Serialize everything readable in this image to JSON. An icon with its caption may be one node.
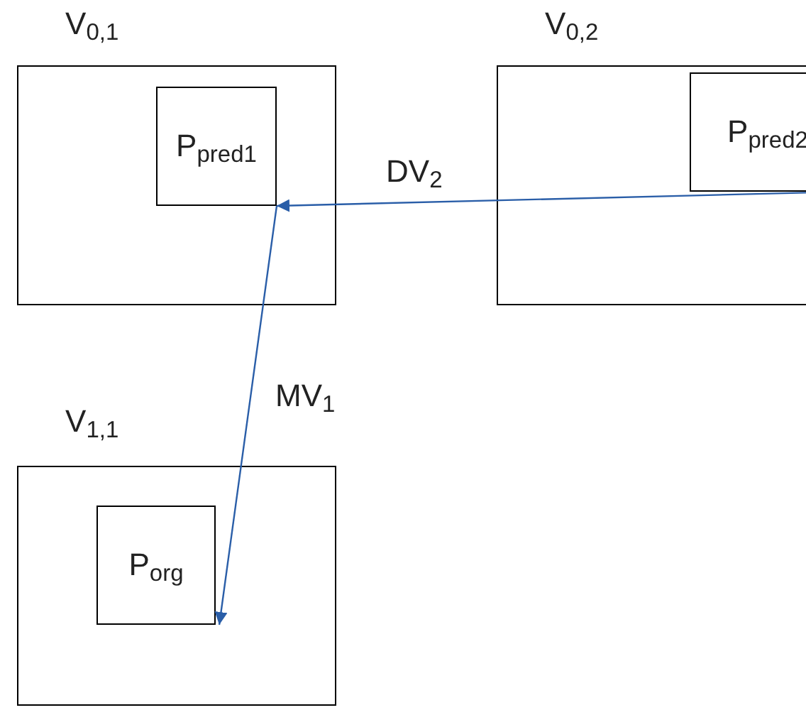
{
  "diagram": {
    "nodes": [
      {
        "text": [
          "V$_{0,1}$"
        ]
      },
      {
        "text": [
          "P$_{pred1}$"
        ],
        "in": 0
      },
      {
        "text": [
          "V$_{0,2}$"
        ]
      },
      {
        "text": [
          "P$_{pred2}$"
        ],
        "in": 2
      },
      {
        "text": [
          "V$_{1,1}$"
        ]
      },
      {
        "text": [
          "P$_{org}$"
        ],
        "in": 4
      }
    ],
    "edges": [
      {
        "from": 3,
        "to": 1,
        "arrow": "to",
        "label": "DV$_{2}$",
        "color": "#2a5ea8"
      },
      {
        "from": 1,
        "to": 5,
        "arrow": "to",
        "label": "MV$_{1}$",
        "color": "#2a5ea8"
      }
    ]
  }
}
